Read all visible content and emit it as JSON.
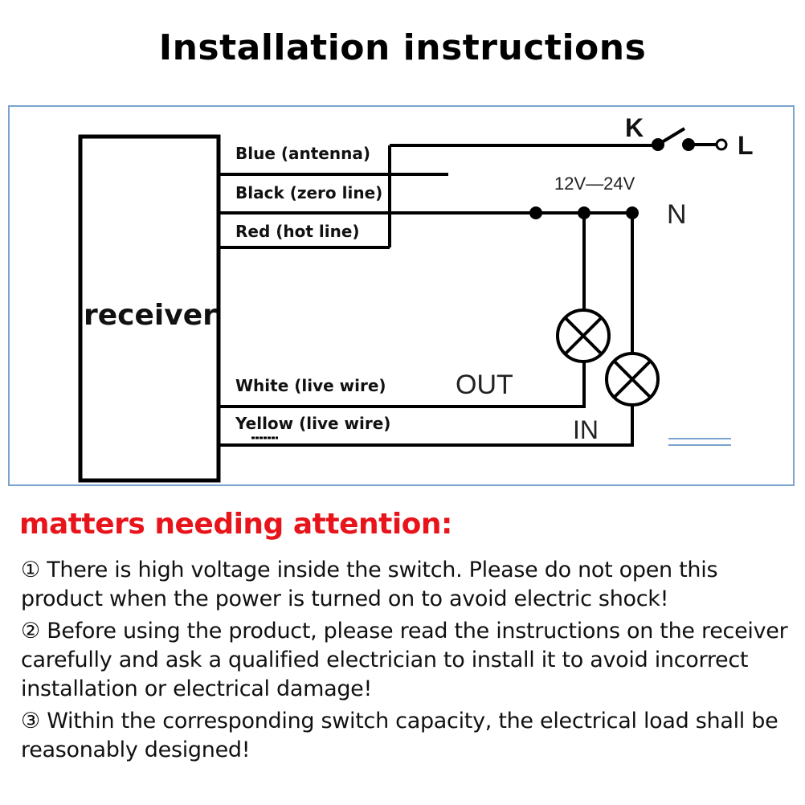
{
  "title": "Installation instructions",
  "diagram": {
    "receiver_label": "receiver",
    "wires": [
      {
        "label": "Blue (antenna)"
      },
      {
        "label": "Black (zero line)"
      },
      {
        "label": "Red (hot line)"
      },
      {
        "label": "White (live wire)"
      },
      {
        "label": "Yellow (live wire)"
      }
    ],
    "switch_label": "K",
    "line_label": "L",
    "neutral_label": "N",
    "voltage_label": "12V—24V",
    "out_label": "OUT",
    "in_label": "IN",
    "frame_color": "#7aa3cf"
  },
  "attention": {
    "heading": "matters needing attention:",
    "heading_color": "#e8141b",
    "notes": [
      "① There is high voltage inside the switch. Please do not open this product when the power is turned on to avoid electric shock!",
      "② Before using the product, please read the instructions on the receiver carefully and ask a qualified electrician to install it to avoid incorrect installation or electrical damage!",
      "③ Within the corresponding switch capacity, the electrical load shall be reasonably designed!"
    ]
  }
}
